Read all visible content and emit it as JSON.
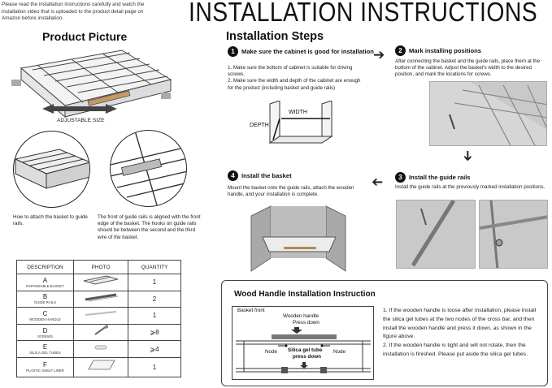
{
  "intro_text": "Please read the installation instructions carefully and watch the installation video that is uploaded to the product detail page on Amazon before installation.",
  "main_title": "INSTALLATION INSTRUCTIONS",
  "product_picture": {
    "title": "Product Picture",
    "adjustable_label": "ADJUSTABLE SIZE",
    "caption_left": "How to attach the basket to guide rails.",
    "caption_right": "The front of guide rails is aligned with the front edge of the basket. The hooks on guide rails should be between the second and the third wire of the basket."
  },
  "installation_steps": {
    "title": "Installation Steps",
    "steps": [
      {
        "num": "1",
        "heading": "Make sure the cabinet is good for installation",
        "body": "1. Make sure the bottom of cabinet is suitable for driving screws.\n2. Make sure the width and depth of the cabinet are enough for the product (including basket and guide rails)",
        "width_label": "WIDTH",
        "depth_label": "DEPTH"
      },
      {
        "num": "2",
        "heading": "Mark installing positions",
        "body": "After connecting the basket and the guide rails, place them at the bottom of the cabinet. Adjust the basket's width to the desired position, and mark the locations for screws."
      },
      {
        "num": "3",
        "heading": "Install the guide rails",
        "body": "Install the guide rails at the previously marked installation positions."
      },
      {
        "num": "4",
        "heading": "Install the basket",
        "body": "Mount the basket onto the guide rails, attach the wooden handle, and your installation is complete."
      }
    ]
  },
  "parts_table": {
    "headers": [
      "DESCRIPTION",
      "PHOTO",
      "QUANTITY"
    ],
    "rows": [
      {
        "letter": "A",
        "name": "EXPANDABLE BASKET",
        "qty": "1"
      },
      {
        "letter": "B",
        "name": "GUIDE RAILS",
        "qty": "2"
      },
      {
        "letter": "C",
        "name": "WOODEN HANDLE",
        "qty": "1"
      },
      {
        "letter": "D",
        "name": "SCREWS",
        "qty": "⩾8"
      },
      {
        "letter": "E",
        "name": "SILICA GEL TUBES",
        "qty": "⩾4"
      },
      {
        "letter": "F",
        "name": "PLASTIC SHELF LINER",
        "qty": "1"
      }
    ]
  },
  "wood_handle": {
    "title": "Wood Handle Installation Instruction",
    "basket_front_label": "Basket front",
    "wooden_handle_label": "Wooden handle",
    "press_down_label": "Press down",
    "node_left": "Node",
    "node_right": "Node",
    "silica_label": "Silica gel tube",
    "silica_press_label": "press down",
    "text_1": "1. If the wooden handle is loose after installation, please install the silica gel tubes at the two nodes of the cross bar, and then install the wooden handle and press it down, as shown in the figure above.",
    "text_2": "2. If the wooden handle is tight and will not rotate, then the installation is finished. Please put aside the silica gel tubes."
  },
  "colors": {
    "photo_gray": "#c9c9c9",
    "line_dark": "#222222"
  }
}
